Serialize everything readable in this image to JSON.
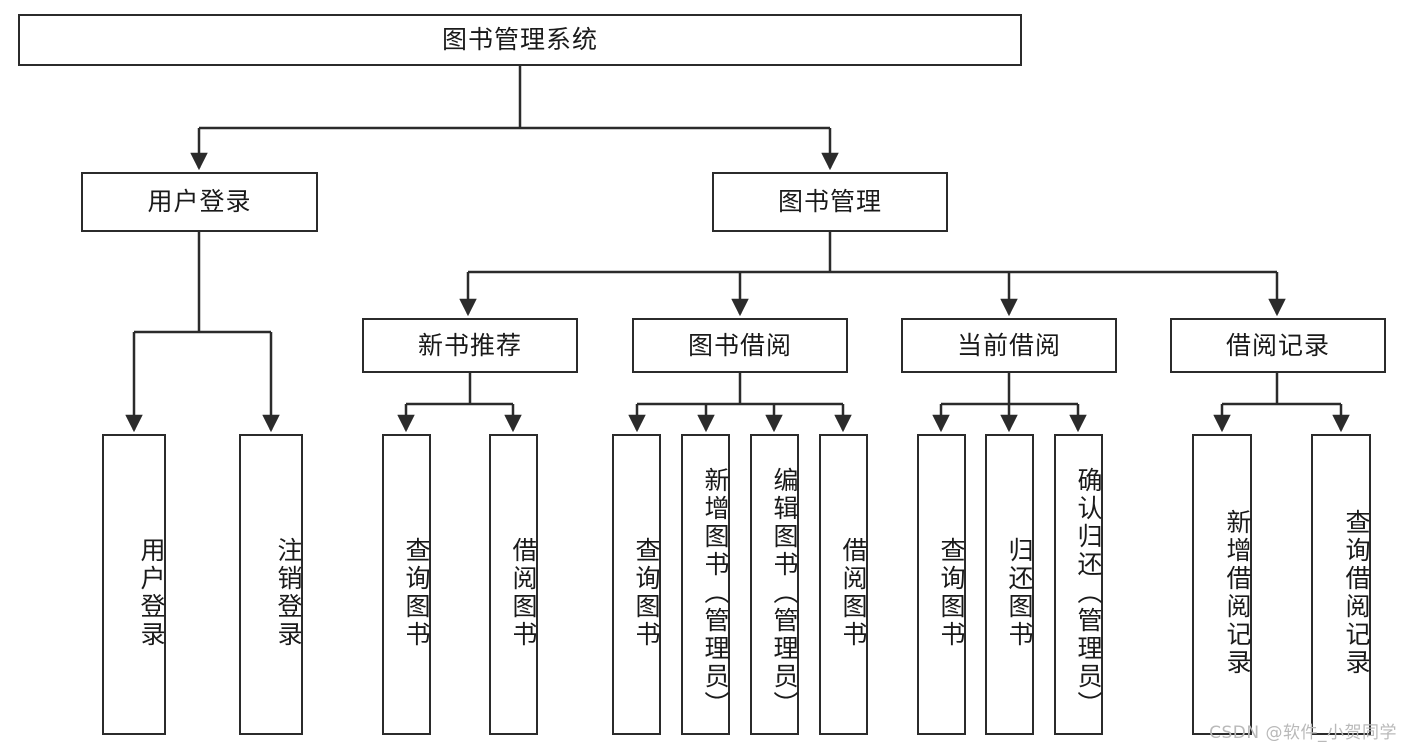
{
  "diagram": {
    "title": "图书管理系统",
    "type": "hierarchy-tree",
    "root": {
      "id": "root",
      "label": "图书管理系统"
    },
    "level2": [
      {
        "id": "user-login",
        "label": "用户登录"
      },
      {
        "id": "book-manage",
        "label": "图书管理"
      }
    ],
    "level3": [
      {
        "id": "new-book-recommend",
        "label": "新书推荐"
      },
      {
        "id": "book-borrow",
        "label": "图书借阅"
      },
      {
        "id": "current-borrow",
        "label": "当前借阅"
      },
      {
        "id": "borrow-record",
        "label": "借阅记录"
      }
    ],
    "leaves": [
      {
        "id": "leaf-user-login",
        "label": "用户登录",
        "parent": "用户登录"
      },
      {
        "id": "leaf-user-logout",
        "label": "注销登录",
        "parent": "用户登录"
      },
      {
        "id": "leaf-query-book-1",
        "label": "查询图书",
        "parent": "新书推荐"
      },
      {
        "id": "leaf-borrow-book-1",
        "label": "借阅图书",
        "parent": "新书推荐"
      },
      {
        "id": "leaf-query-book-2",
        "label": "查询图书",
        "parent": "图书借阅"
      },
      {
        "id": "leaf-add-book",
        "label": "新增图书（管理员）",
        "parent": "图书借阅"
      },
      {
        "id": "leaf-edit-book",
        "label": "编辑图书（管理员）",
        "parent": "图书借阅"
      },
      {
        "id": "leaf-borrow-book-2",
        "label": "借阅图书",
        "parent": "图书借阅"
      },
      {
        "id": "leaf-query-book-3",
        "label": "查询图书",
        "parent": "当前借阅"
      },
      {
        "id": "leaf-return-book",
        "label": "归还图书",
        "parent": "当前借阅"
      },
      {
        "id": "leaf-confirm-return",
        "label": "确认归还（管理员）",
        "parent": "当前借阅"
      },
      {
        "id": "leaf-add-record",
        "label": "新增借阅记录",
        "parent": "借阅记录"
      },
      {
        "id": "leaf-query-record",
        "label": "查询借阅记录",
        "parent": "借阅记录"
      }
    ],
    "colors": {
      "stroke": "#2b2b2b",
      "fill": "#ffffff",
      "text": "#1a1a1a",
      "watermark": "#b9b9b9"
    }
  },
  "watermark": {
    "text": "CSDN @软件_小贺同学"
  }
}
